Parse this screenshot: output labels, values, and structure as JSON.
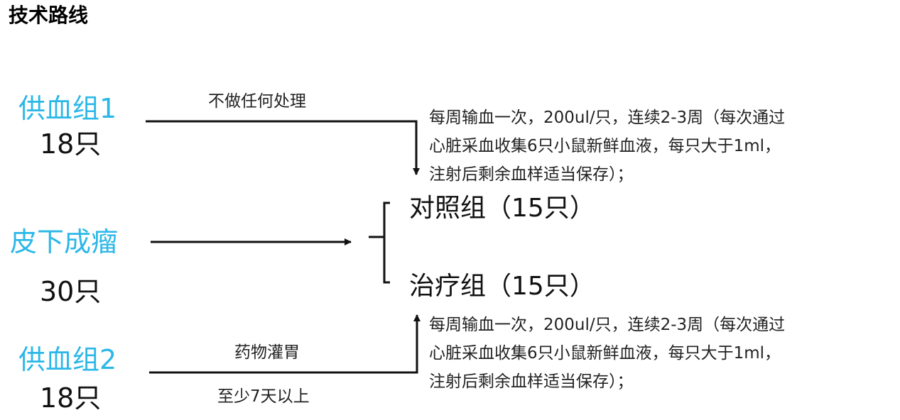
{
  "title": "技术路线",
  "donor_group_1": {
    "name": "供血组1",
    "count": "18只",
    "arrow_label": "不做任何处理"
  },
  "tumor_group": {
    "name": "皮下成瘤",
    "count": "30只"
  },
  "donor_group_2": {
    "name": "供血组2",
    "count": "18只",
    "arrow_label_top": "药物灌胃",
    "arrow_label_bottom": "至少7天以上"
  },
  "control_group": {
    "label": "对照组（15只）",
    "note_lines": [
      "每周输血一次，200ul/只，连续2-3周（每次通过",
      "心脏采血收集6只小鼠新鲜血液，每只大于1ml，",
      "注射后剩余血样适当保存）；"
    ]
  },
  "treatment_group": {
    "label": "治疗组（15只）",
    "note_lines": [
      "每周输血一次，200ul/只，连续2-3周（每次通过",
      "心脏采血收集6只小鼠新鲜血液，每只大于1ml，",
      "注射后剩余血样适当保存）；"
    ]
  },
  "colors": {
    "accent_blue": "#2bb7e8",
    "line": "#111111"
  }
}
